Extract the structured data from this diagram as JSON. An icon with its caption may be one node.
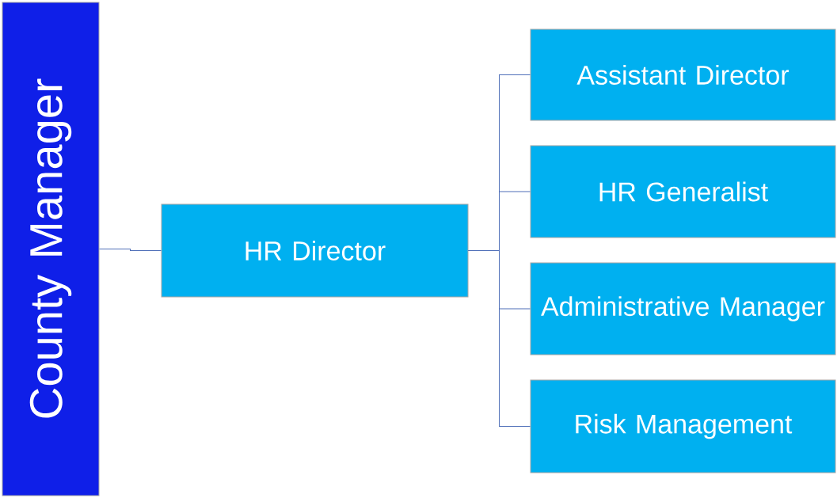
{
  "diagram": {
    "nodes": [
      {
        "text": [
          "County Manager"
        ]
      },
      {
        "text": [
          "HR Director"
        ]
      },
      {
        "text": [
          "Assistant Director"
        ]
      },
      {
        "text": [
          "HR Generalist"
        ]
      },
      {
        "text": [
          "Administrative Manager"
        ]
      },
      {
        "text": [
          "Risk Management"
        ]
      }
    ],
    "edges": [
      {
        "from": 0,
        "to": 1,
        "arrow": "none"
      },
      {
        "from": 1,
        "to": 2,
        "arrow": "none"
      },
      {
        "from": 1,
        "to": 3,
        "arrow": "none"
      },
      {
        "from": 1,
        "to": 4,
        "arrow": "none"
      },
      {
        "from": 1,
        "to": 5,
        "arrow": "none"
      }
    ]
  }
}
